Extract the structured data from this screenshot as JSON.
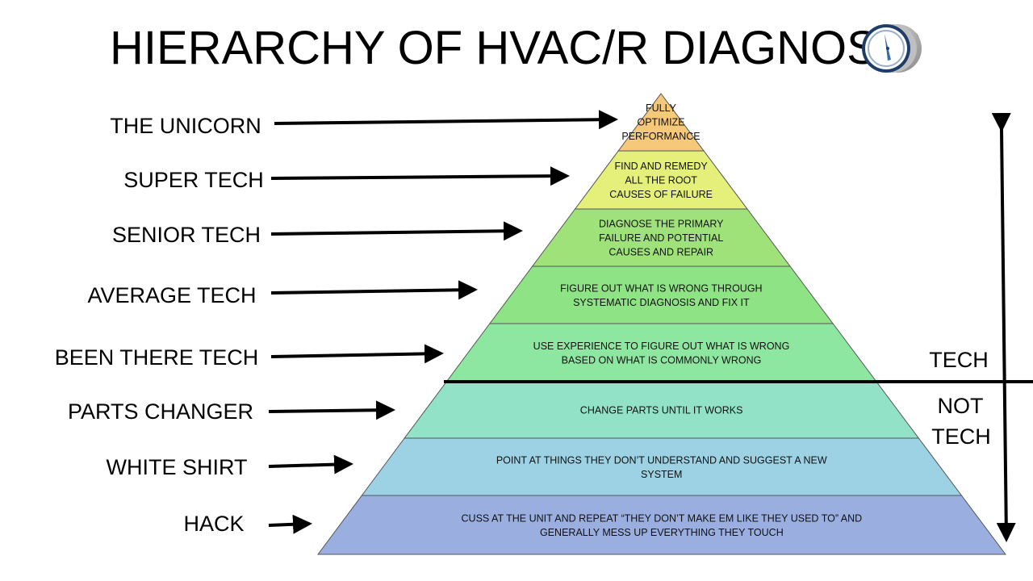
{
  "title": "HIERARCHY OF HVAC/R DIAGNOSIS",
  "logo_icon": "compass-gauge-logo-icon",
  "levels": [
    {
      "rank": "THE UNICORN",
      "lines": [
        "FULLY",
        "OPTIMIZE",
        "PERFORMANCE"
      ],
      "color": "#f5c87a"
    },
    {
      "rank": "SUPER TECH",
      "lines": [
        "FIND AND REMEDY",
        "ALL THE ROOT",
        "CAUSES OF FAILURE"
      ],
      "color": "#e4f07a"
    },
    {
      "rank": "SENIOR TECH",
      "lines": [
        "DIAGNOSE THE PRIMARY",
        "FAILURE AND POTENTIAL",
        "CAUSES AND REPAIR"
      ],
      "color": "#9fe27a"
    },
    {
      "rank": "AVERAGE TECH",
      "lines": [
        "FIGURE OUT WHAT IS WRONG THROUGH",
        "SYSTEMATIC DIAGNOSIS AND FIX IT"
      ],
      "color": "#8ee484"
    },
    {
      "rank": "BEEN THERE TECH",
      "lines": [
        "USE EXPERIENCE TO FIGURE OUT WHAT IS WRONG",
        "BASED ON WHAT IS COMMONLY WRONG"
      ],
      "color": "#8ee7a0"
    },
    {
      "rank": "PARTS CHANGER",
      "lines": [
        "CHANGE PARTS UNTIL IT WORKS"
      ],
      "color": "#92e2c8"
    },
    {
      "rank": "WHITE SHIRT",
      "lines": [
        "POINT AT THINGS THEY DON’T UNDERSTAND AND SUGGEST A NEW",
        "SYSTEM"
      ],
      "color": "#9cd2e4"
    },
    {
      "rank": "HACK",
      "lines": [
        "CUSS AT THE UNIT AND REPEAT “THEY DON’T MAKE EM LIKE THEY USED TO” AND",
        "GENERALLY MESS UP EVERYTHING THEY TOUCH"
      ],
      "color": "#9aaee0"
    }
  ],
  "axis": {
    "upper_label": "TECH",
    "lower_label_line1": "NOT",
    "lower_label_line2": "TECH"
  }
}
